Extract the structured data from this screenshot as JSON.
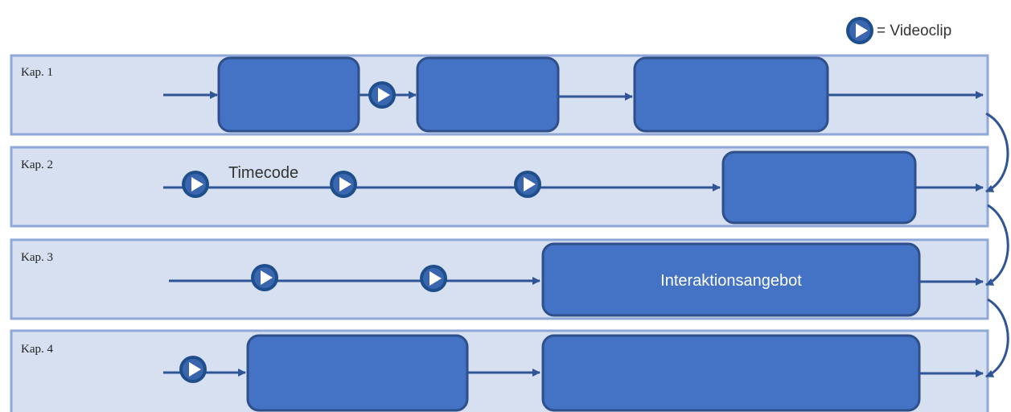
{
  "legend": {
    "icon": "video-play-icon",
    "text": "= Videoclip"
  },
  "chapters": [
    {
      "label": "Kap. 1"
    },
    {
      "label": "Kap. 2",
      "annotation": "Timecode"
    },
    {
      "label": "Kap. 3",
      "box_label": "Interaktionsangebot"
    },
    {
      "label": "Kap. 4"
    }
  ],
  "colors": {
    "lane_fill": "#d6e0f1",
    "lane_border": "#8fa8d8",
    "box_fill": "#4472c4",
    "box_border": "#2e4f8a",
    "line": "#2f5597",
    "icon_ring": "#1f4e8c",
    "icon_triangle": "#ffffff"
  }
}
